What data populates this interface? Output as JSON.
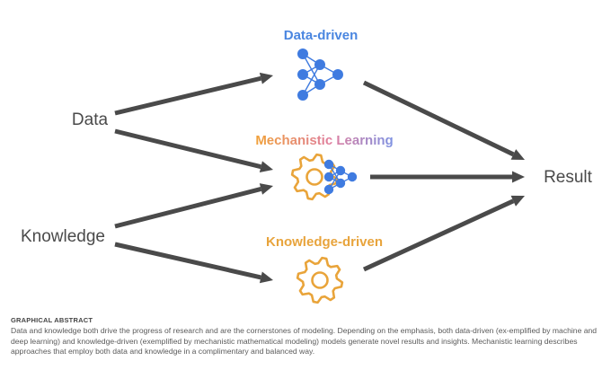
{
  "inputs": {
    "data": "Data",
    "knowledge": "Knowledge"
  },
  "output": {
    "result": "Result"
  },
  "approaches": {
    "data_driven": "Data-driven",
    "mechanistic_learning": "Mechanistic Learning",
    "knowledge_driven": "Knowledge-driven"
  },
  "colors": {
    "data_driven": "#4a86e0",
    "knowledge_driven": "#e8a43c",
    "arrow": "#4a4a4a",
    "neural_node": "#3f7be0",
    "gear": "#e9a43a"
  },
  "icons": {
    "data_driven": "neural-network-icon",
    "mechanistic_learning": "gear-neural-network-icon",
    "knowledge_driven": "gear-icon"
  },
  "abstract": {
    "heading": "GRAPHICAL ABSTRACT",
    "body": "Data and knowledge both drive the progress of research and are the cornerstones of modeling. Depending on the emphasis, both data-driven (ex-emplified by machine and deep learning) and knowledge-driven (exemplified by mechanistic mathematical modeling) models generate novel results and insights. Mechanistic learning describes approaches that employ both data and knowledge in a complimentary and balanced way."
  }
}
